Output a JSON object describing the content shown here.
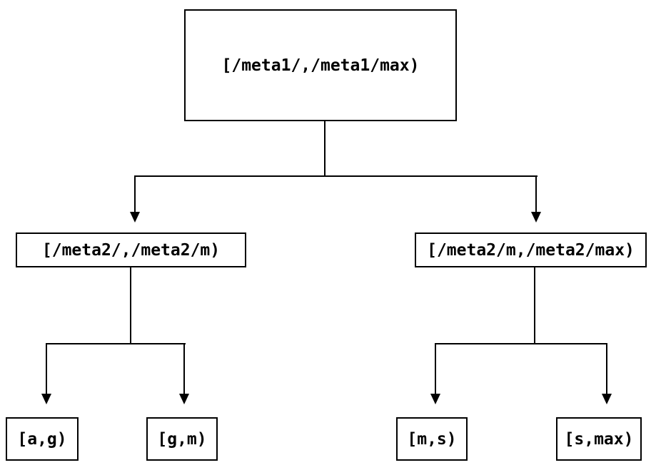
{
  "diagram": {
    "type": "binary-tree",
    "background_color": "#ffffff",
    "line_color": "#000000",
    "text_color": "#000000",
    "nodes": {
      "root": {
        "label": "[/meta1/,/meta1/max)"
      },
      "left_child": {
        "label": "[/meta2/,/meta2/m)"
      },
      "right_child": {
        "label": "[/meta2/m,/meta2/max)"
      },
      "leaf_ag": {
        "label": "[a,g)"
      },
      "leaf_gm": {
        "label": "[g,m)"
      },
      "leaf_ms": {
        "label": "[m,s)"
      },
      "leaf_smax": {
        "label": "[s,max)"
      }
    },
    "edges": [
      {
        "from": "root",
        "to": "left_child"
      },
      {
        "from": "root",
        "to": "right_child"
      },
      {
        "from": "left_child",
        "to": "leaf_ag"
      },
      {
        "from": "left_child",
        "to": "leaf_gm"
      },
      {
        "from": "right_child",
        "to": "leaf_ms"
      },
      {
        "from": "right_child",
        "to": "leaf_smax"
      }
    ]
  }
}
